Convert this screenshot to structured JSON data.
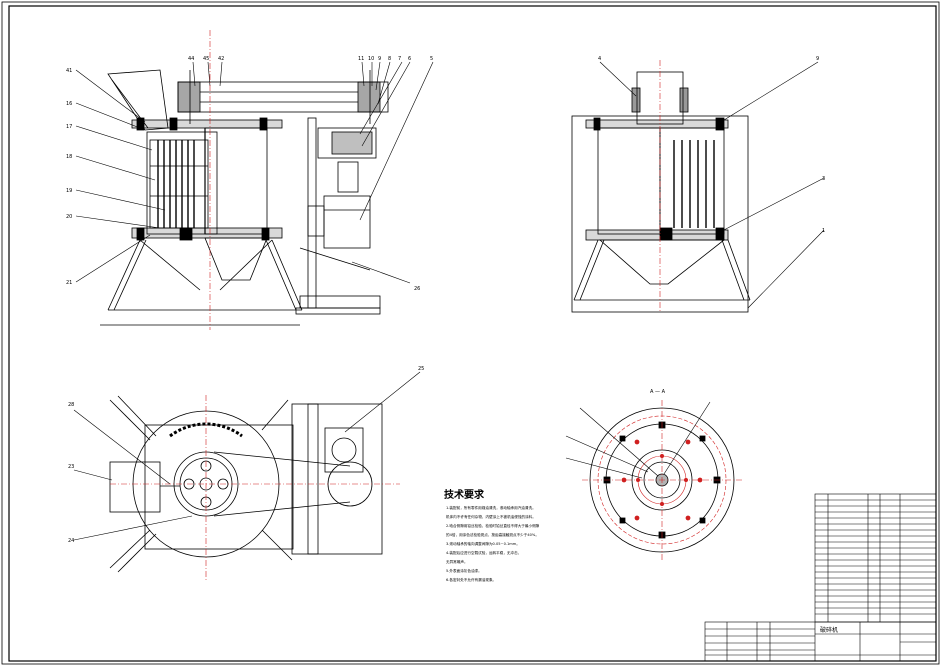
{
  "technical_requirements": {
    "title": "技术要求",
    "lines": [
      "1.装配前，所有零件用煤油清洗，滚动轴承用汽油清洗。",
      "  机体内不许有任何杂物，内壁涂上不被机油侵蚀的涂料。",
      "2.啮合侧隙用铅丝检验，检验时铅丝直径不得大于最小侧隙",
      "  的4倍，用涂色法检验斑点，按齿高接触斑点不少于40%。",
      "3.滚动轴承的轴向调整间隙为0.05~0.1mm。",
      "4.装配后应进行空载试验，运转平稳，无冲击，",
      "  无异常噪声。",
      "5.外表面涂灰色油漆。",
      "6.各密封处不允许有漏油现象。"
    ]
  },
  "balloons": {
    "main": [
      "41",
      "16",
      "17",
      "18",
      "19",
      "20",
      "21",
      "44",
      "45",
      "42",
      "11",
      "10",
      "9",
      "8",
      "7",
      "6",
      "5",
      "26"
    ],
    "side": [
      "4",
      "9",
      "3",
      "1"
    ],
    "top": [
      "28",
      "23",
      "24",
      "25"
    ],
    "section": [
      "A — A"
    ]
  },
  "title_block": {
    "drawing_name": "破碎机"
  }
}
